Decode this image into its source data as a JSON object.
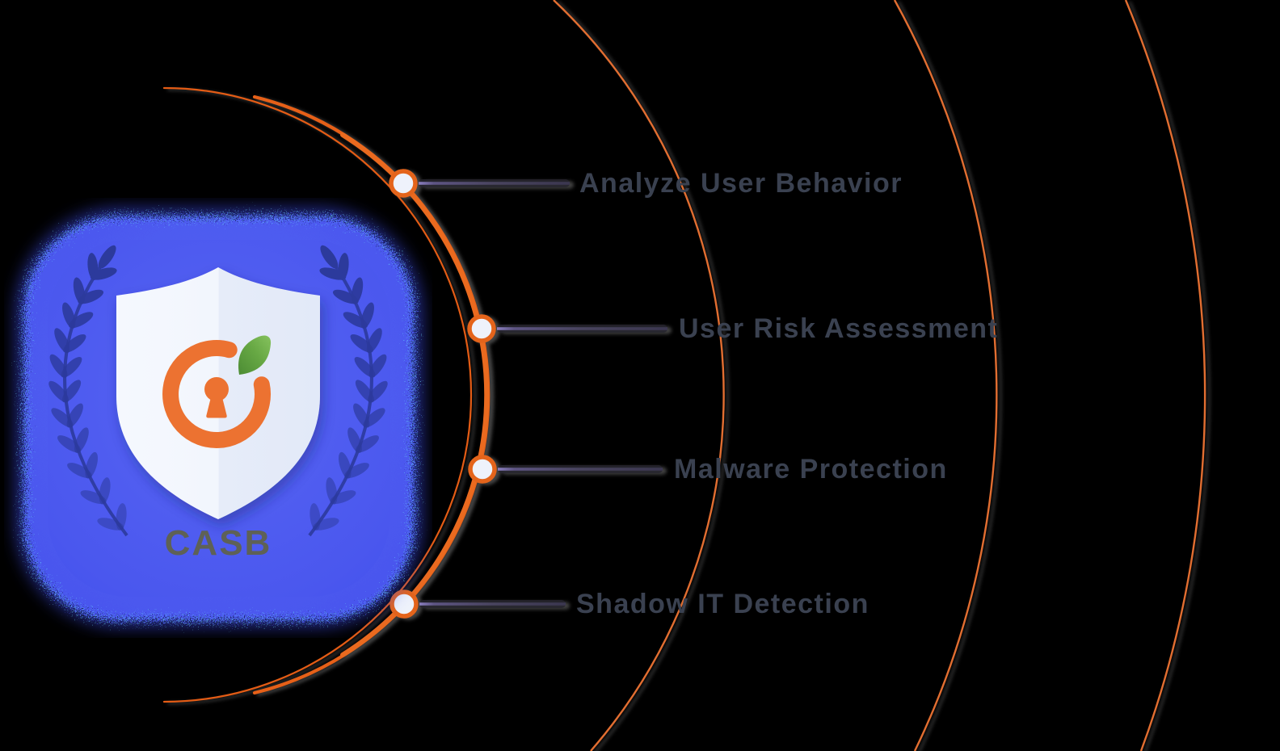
{
  "diagram": {
    "badge": {
      "label": "CASB"
    },
    "features": [
      {
        "label": "Analyze User Behavior"
      },
      {
        "label": "User Risk Assessment"
      },
      {
        "label": "Malware Protection"
      },
      {
        "label": "Shadow IT Detection"
      }
    ],
    "icons": [
      "shield-icon",
      "lock-ring-icon",
      "keyhole-icon",
      "leaf-icon",
      "laurel-wreath-icon"
    ],
    "colors": {
      "background": "#000000",
      "arc-orange": "#ee7434",
      "arc-inner": "#e45c15",
      "node-fill": "#eef2fb",
      "node-border": "#e4641b",
      "connector-core": "#4a445f",
      "connector-halo": "#26242e",
      "label-text": "#3a4150",
      "badge-blue": "#4a57ee",
      "badge-glow": "#3f4ef2",
      "sparkle": "#6ee2ff",
      "wreath": "#2c3a9c",
      "shield-light": "#f5f8fe",
      "shield-dark": "#e2e9f8",
      "ring-orange": "#ec7231",
      "leaf-green": "#67a844",
      "casb-text": "#5e6156"
    }
  }
}
